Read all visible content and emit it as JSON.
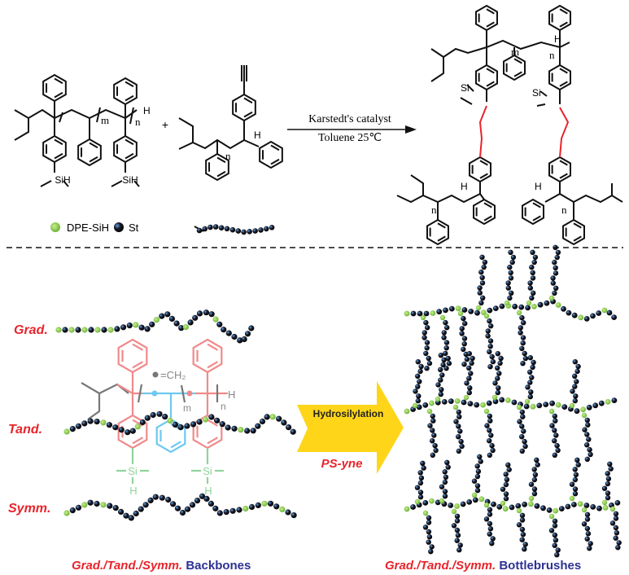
{
  "reaction": {
    "catalyst": "Karstedt's catalyst",
    "conditions": "Toluene  25℃",
    "plus": "+",
    "reactant1": {
      "si_label": "SiH",
      "sub_m": "m",
      "sub_n": "n",
      "end_h": "H"
    },
    "reactant2": {
      "sub_n": "n",
      "h": "H"
    },
    "product": {
      "si_label": "Si",
      "sub_m": "m",
      "sub_n": "n",
      "h": "H"
    }
  },
  "legend": {
    "green": "DPE-SiH",
    "black": "St"
  },
  "colors": {
    "green": "#7dc242",
    "black": "#111111",
    "red": "#e8242c",
    "blue": "#2e3192",
    "arrow": "#ffd51a",
    "pink": "#f08a8a",
    "cyan": "#6ec8ef",
    "lightgreen": "#8fd49a",
    "gray": "#777777"
  },
  "bottom": {
    "labels": [
      "Grad.",
      "Tand.",
      "Symm."
    ],
    "monomer_key": "=CH₂",
    "si": "Si",
    "h": "H",
    "sub_m": "m",
    "sub_n": "n",
    "arrow_label": "Hydrosilylation",
    "reagent": "PS-yne",
    "caption_left_italic": "Grad./Tand./Symm.",
    "caption_left_blue": "Backbones",
    "caption_right_italic": "Grad./Tand./Symm.",
    "caption_right_blue": "Bottlebrushes"
  }
}
